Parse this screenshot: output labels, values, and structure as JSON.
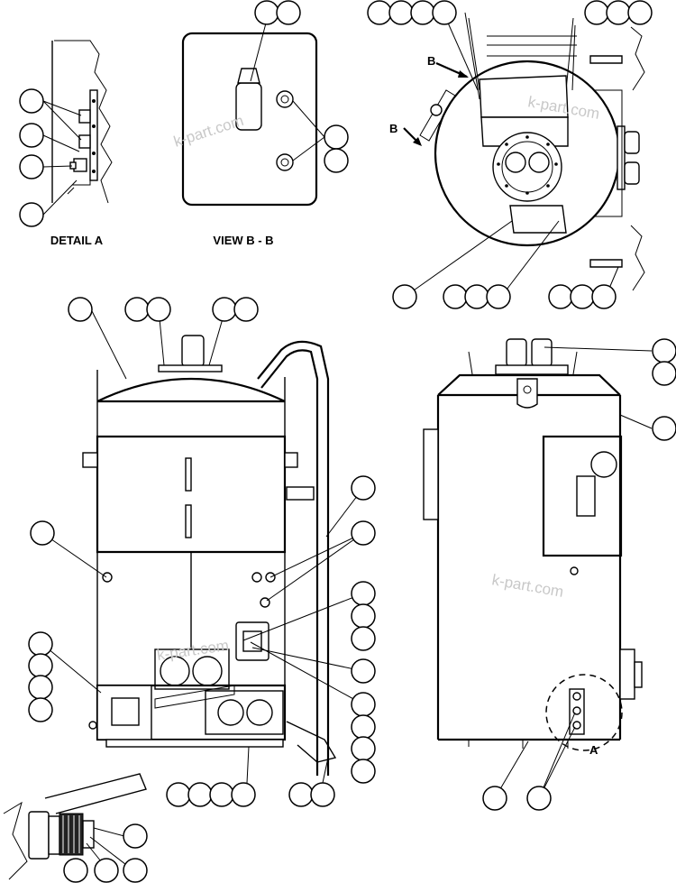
{
  "labels": {
    "detail_a": "DETAIL A",
    "view_bb": "VIEW B - B",
    "arrow_b_upper": "B",
    "arrow_b_lower": "B",
    "detail_marker_a": "A"
  },
  "watermark": "k-part.com",
  "colors": {
    "line": "#000000",
    "background": "#ffffff",
    "watermark": "#c8c8c8"
  }
}
